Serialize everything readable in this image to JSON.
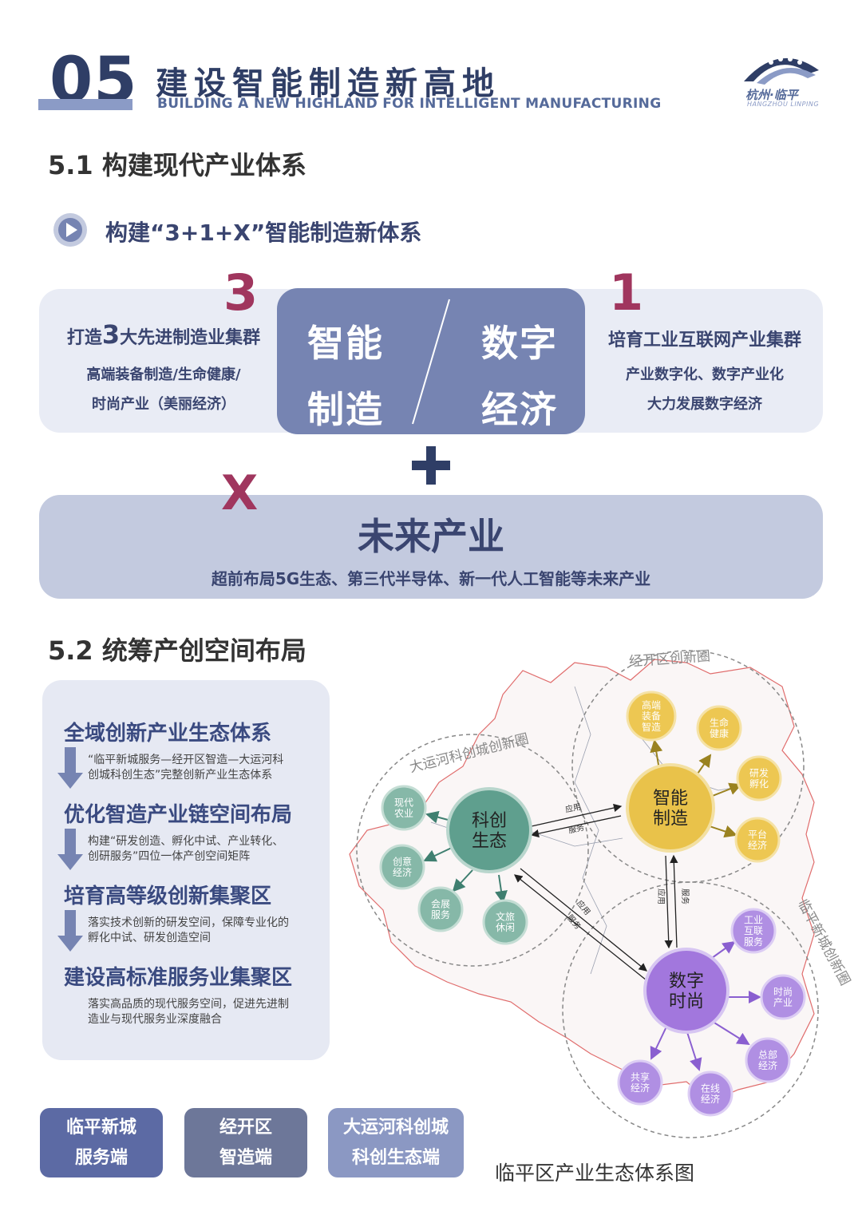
{
  "header": {
    "section_number": "05",
    "title_cn": "建设智能制造新高地",
    "title_en": "BUILDING A NEW HIGHLAND FOR INTELLIGENT MANUFACTURING",
    "logo_text": "杭州·临平",
    "logo_sub": "HANGZHOU LINPING"
  },
  "s51": {
    "heading": "5.1 构建现代产业体系",
    "subheading": "构建“3+1+X”智能制造新体系",
    "three": {
      "num": "3",
      "line1_pre": "打造",
      "line1_num": "3",
      "line1_post": "大先进制造业集群",
      "line2": "高端装备制造/生命健康/",
      "line3": "时尚产业（美丽经济）"
    },
    "core": {
      "left_top": "智能",
      "left_bottom": "制造",
      "right_top": "数字",
      "right_bottom": "经济"
    },
    "one": {
      "num": "1",
      "line1": "培育工业互联网产业集群",
      "line2": "产业数字化、数字产业化",
      "line3": "大力发展数字经济"
    },
    "plus": "+",
    "x": {
      "num": "X",
      "title": "未来产业",
      "text": "超前布局5G生态、第三代半导体、新一代人工智能等未来产业"
    }
  },
  "s52": {
    "heading": "5.2 统筹产创空间布局",
    "items": [
      {
        "title": "全域创新产业生态体系",
        "text1": "“临平新城服务—经开区智造—大运河科",
        "text2": "创城科创生态”完整创新产业生态体系"
      },
      {
        "title": "优化智造产业链空间布局",
        "text1": "构建“研发创造、孵化中试、产业转化、",
        "text2": "创研服务”四位一体产创空间矩阵"
      },
      {
        "title": "培育高等级创新集聚区",
        "text1": "落实技术创新的研发空间，保障专业化的",
        "text2": "孵化中试、研发创造空间"
      },
      {
        "title": "建设高标准服务业集聚区",
        "text1": "落实高品质的现代服务空间，促进先进制",
        "text2": "造业与现代服务业深度融合"
      }
    ],
    "tags": [
      {
        "line1": "临平新城",
        "line2": "服务端"
      },
      {
        "line1": "经开区",
        "line2": "智造端"
      },
      {
        "line1": "大运河科创城",
        "line2": "科创生态端"
      }
    ],
    "caption": "临平区产业生态体系图"
  },
  "diagram": {
    "circle_labels": {
      "jingkai": "经开区创新圈",
      "dayunhe": "大运河科创城创新圈",
      "linping": "临平新城创新圈"
    },
    "hubs": {
      "kechuang": "科创\n生态",
      "zhineng": "智能\n制造",
      "shuzi": "数字\n时尚"
    },
    "nodes": {
      "gaoduan": "高端\n装备\n智造",
      "shengming": "生命\n健康",
      "yanfa": "研发\n孵化",
      "pingtai": "平台\n经济",
      "xiandai": "现代\n农业",
      "chuangyi": "创意\n经济",
      "huizhan": "会展\n服务",
      "wenlv": "文旅\n休闲",
      "gongye": "工业\n互联\n服务",
      "shishang": "时尚\n产业",
      "zongbu": "总部\n经济",
      "gongxiang": "共享\n经济",
      "zaixian": "在线\n经济"
    },
    "link_labels": {
      "apply": "应用",
      "service": "服务"
    },
    "colors": {
      "green": "#5f9f8e",
      "gold": "#e9c24a",
      "purple": "#a277dd",
      "border_red": "#e06c6c"
    }
  }
}
